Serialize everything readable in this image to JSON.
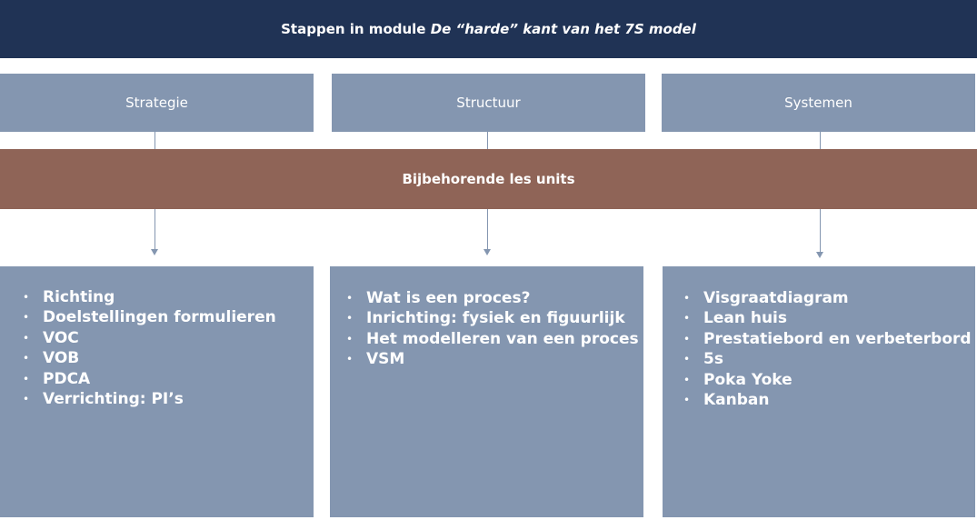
{
  "title": {
    "prefix": "Stappen in module ",
    "emphasis": "De “harde” kant van het 7S model"
  },
  "columns": [
    {
      "heading": "Strategie",
      "units": [
        "Richting",
        "Doelstellingen formulieren",
        "VOC",
        "VOB",
        "PDCA",
        "Verrichting: PI’s"
      ]
    },
    {
      "heading": "Structuur",
      "units": [
        "Wat is een proces?",
        "Inrichting: fysiek en figuurlijk",
        "Het modelleren van een proces",
        "VSM"
      ]
    },
    {
      "heading": "Systemen",
      "units": [
        "Visgraatdiagram",
        "Lean huis",
        "Prestatiebord en verbeterbord",
        "5s",
        "Poka Yoke",
        "Kanban"
      ]
    }
  ],
  "band_label": "Bijbehorende les units",
  "colors": {
    "title_bg": "#203355",
    "box_bg": "#8496b0",
    "band_bg": "#8f6457",
    "text": "#ffffff"
  },
  "icons": {
    "bullet": "•",
    "arrow": "arrow-down-icon"
  }
}
